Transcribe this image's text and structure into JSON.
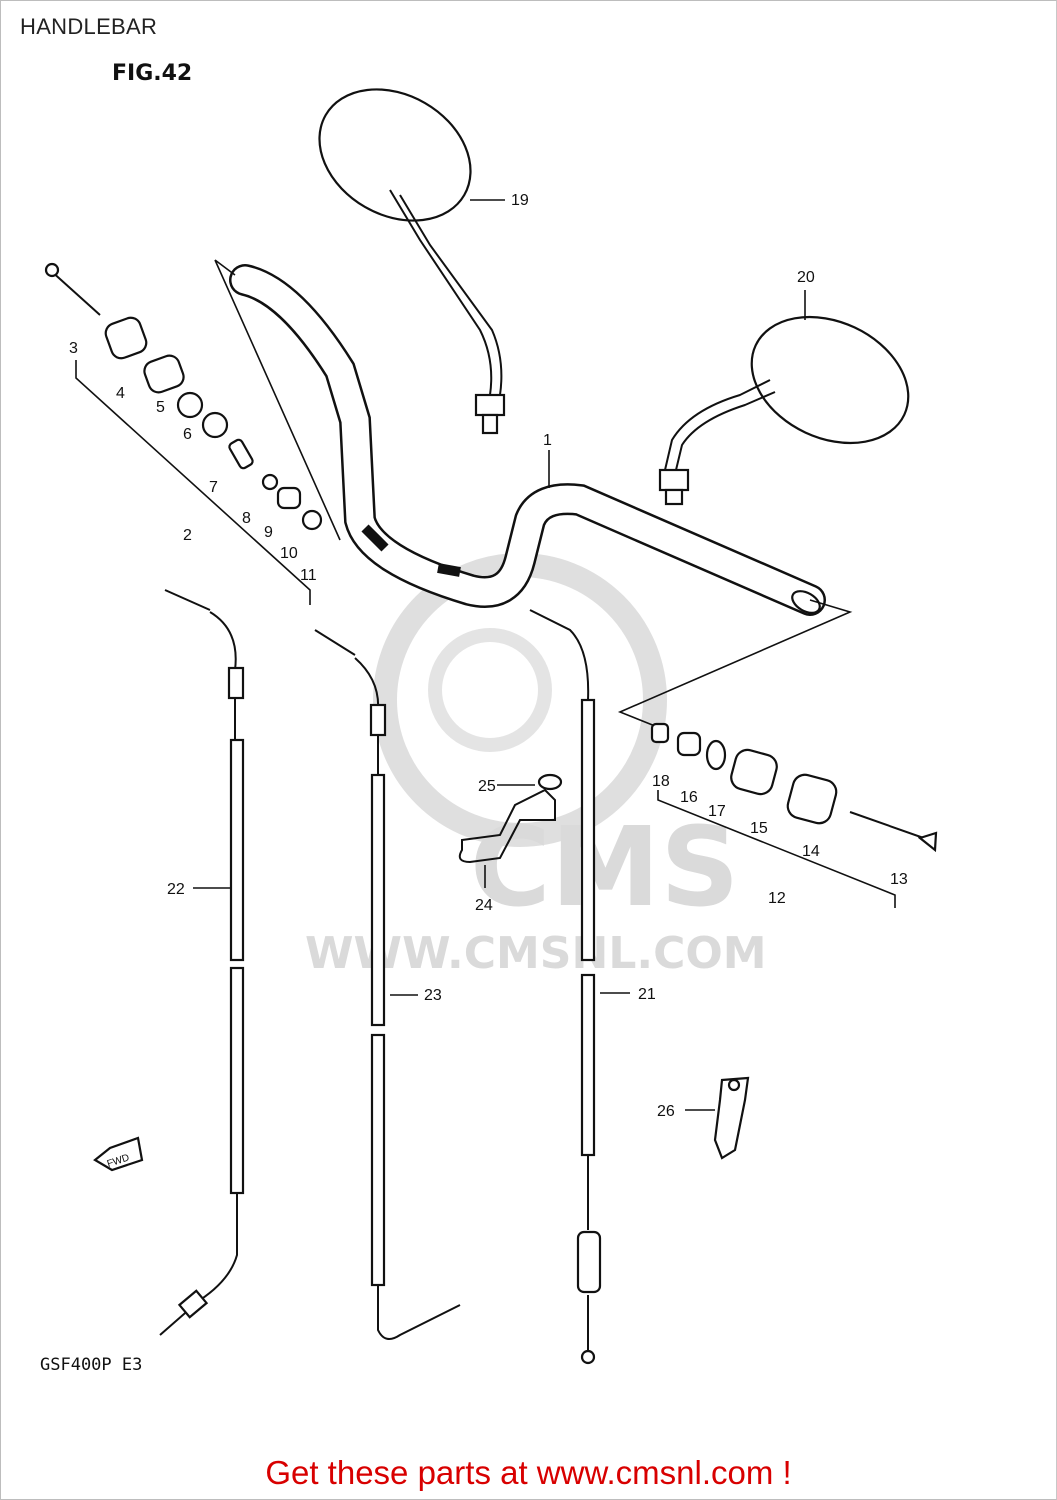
{
  "header": {
    "title": "HANDLEBAR"
  },
  "diagram": {
    "figure": "FIG.42",
    "model": "GSF400P  E3",
    "watermark": {
      "brand": "CMS",
      "url": "WWW.CMSNL.COM"
    },
    "fwd_arrow": "FWD",
    "callouts": [
      "1",
      "2",
      "3",
      "4",
      "5",
      "6",
      "7",
      "8",
      "9",
      "10",
      "11",
      "12",
      "13",
      "14",
      "15",
      "16",
      "17",
      "18",
      "19",
      "20",
      "21",
      "22",
      "23",
      "24",
      "25",
      "26"
    ]
  },
  "footer": {
    "link_text": "Get these parts at www.cmsnl.com !",
    "link_color": "#d80000"
  }
}
